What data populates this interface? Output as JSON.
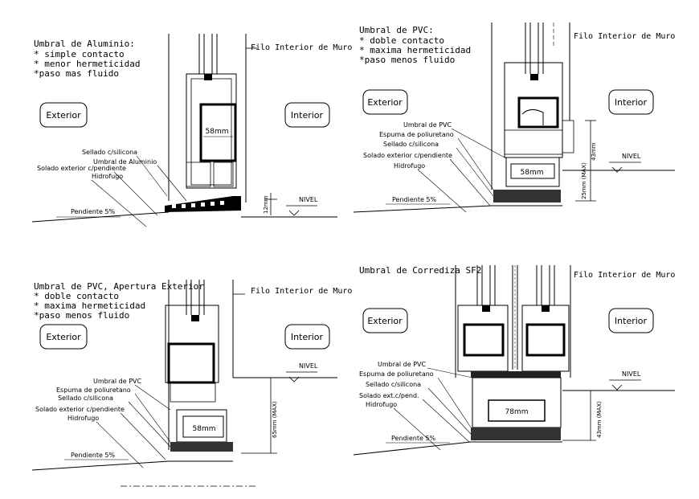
{
  "panels": [
    {
      "title": "Umbral de Aluminio:",
      "notes": [
        "* simple contacto",
        "* menor hermeticidad",
        "*paso mas fluido"
      ],
      "exterior": "Exterior",
      "interior": "Interior",
      "wall_label": "Filo Interior de Muro",
      "profile_dim": "58mm",
      "callouts": [
        "Sellado c/silicona",
        "Umbral de Aluminio",
        "Solado exterior c/pendiente",
        "Hidrofugo"
      ],
      "slope": "Pendiente 5%",
      "level": "NIVEL",
      "vertical_dim": "12mm"
    },
    {
      "title": "Umbral de PVC:",
      "notes": [
        "* doble contacto",
        "* maxima hermeticidad",
        "*paso menos fluido"
      ],
      "exterior": "Exterior",
      "interior": "Interior",
      "wall_label": "Filo Interior de Muro",
      "profile_dim": "58mm",
      "callouts": [
        "Umbral de PVC",
        "Espuma de poliuretano",
        "Sellado c/silicona",
        "Solado exterior c/pendiente",
        "Hidrofugo"
      ],
      "slope": "Pendiente 5%",
      "level": "NIVEL",
      "vertical_dim": "43mm",
      "vertical_dim_2": "25mm (MAX)"
    },
    {
      "title": "Umbral de PVC, Apertura Exterior",
      "notes": [
        "* doble contacto",
        "* maxima hermeticidad",
        "*paso menos fluido"
      ],
      "exterior": "Exterior",
      "interior": "Interior",
      "wall_label": "Filo Interior de Muro",
      "profile_dim": "58mm",
      "callouts": [
        "Umbral de PVC",
        "Espuma de poliuretano",
        "Sellado c/silicona",
        "Solado exterior c/pendiente",
        "Hidrofugo"
      ],
      "slope": "Pendiente 5%",
      "level": "NIVEL",
      "vertical_dim": "65mm (MAX)"
    },
    {
      "title": "Umbral de Corrediza SF2",
      "notes": [],
      "exterior": "Exterior",
      "interior": "Interior",
      "wall_label": "Filo Interior de Muro",
      "profile_dim": "78mm",
      "callouts": [
        "Umbral de PVC",
        "Espuma de poliuretano",
        "Sellado c/silicona",
        "Solado ext.c/pend.",
        "Hidrofugo"
      ],
      "slope": "Pendiente 5%",
      "level": "NIVEL",
      "vertical_dim": "43mm (MAX)"
    }
  ]
}
